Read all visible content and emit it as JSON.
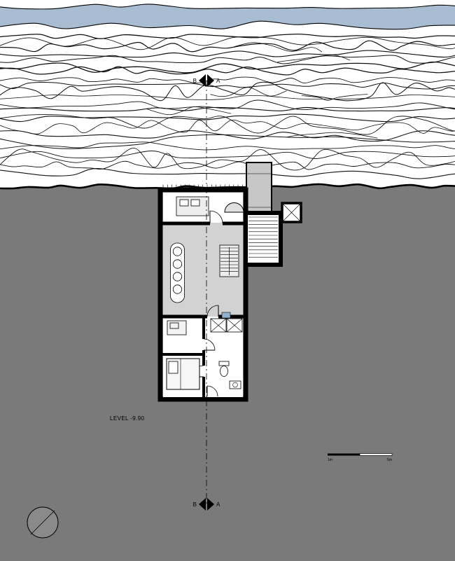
{
  "drawing": {
    "level_label": "LEVEL -9.90",
    "section_marker_top": {
      "left": "B",
      "right": "A"
    },
    "section_marker_bottom": {
      "left": "B",
      "right": "A"
    },
    "scale_bar": {
      "left_label": "1m",
      "right_label": "5m"
    }
  },
  "colors": {
    "water": "#a8bdd2",
    "ground": "#7a7a7a",
    "plan_fill": "#d2d2d2",
    "stair_fill": "#ededed",
    "bridge_fill": "#c7c7c7",
    "fixture_blue": "#8fb3cf",
    "line": "#000000"
  }
}
